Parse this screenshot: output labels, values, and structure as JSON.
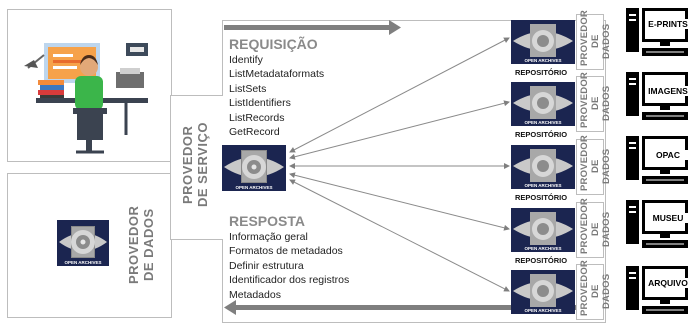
{
  "service_provider": {
    "label": "PROVEDOR\nDE SERVIÇO",
    "request": {
      "heading": "REQUISIÇÃO",
      "verbs": [
        "Identify",
        "ListMetadataformats",
        "ListSets",
        "ListIdentifiers",
        "ListRecords",
        "GetRecord"
      ]
    },
    "response": {
      "heading": "RESPOSTA",
      "items": [
        "Informação geral",
        "Formatos de metadados",
        "Definir estrutura",
        "Identificador dos registros",
        "Metadados"
      ]
    }
  },
  "data_provider_left": {
    "label": "PROVEDOR\nDE DADOS"
  },
  "logo_text": "OPEN ARCHIVES",
  "repositories": [
    {
      "caption": "REPOSITÓRIO",
      "provider_label": "PROVEDOR\nDE DADOS",
      "source": "E-PRINTS"
    },
    {
      "caption": "REPOSITÓRIO",
      "provider_label": "PROVEDOR\nDE DADOS",
      "source": "IMAGENS"
    },
    {
      "caption": "REPOSITÓRIO",
      "provider_label": "PROVEDOR\nDE DADOS",
      "source": "OPAC"
    },
    {
      "caption": "REPOSITÓRIO",
      "provider_label": "PROVEDOR\nDE DADOS",
      "source": "MUSEU"
    },
    {
      "caption": "",
      "provider_label": "PROVEDOR\nDE DADOS",
      "source": "ARQUIVO"
    }
  ],
  "colors": {
    "logo_bg": "#1b2550",
    "border": "#bdbdbd",
    "label_gray": "#7a7a7a",
    "arrow_gray": "#7f7f7f",
    "monitor_blue": "#3b3bb5",
    "monitor_yellow": "#ffe033"
  }
}
